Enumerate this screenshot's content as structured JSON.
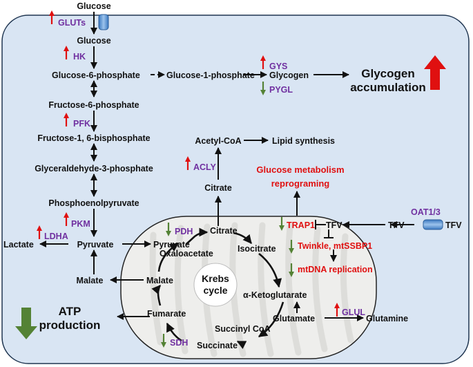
{
  "labels": {
    "glucose_out": "Glucose",
    "gluts": "GLUTs",
    "glucose_in": "Glucose",
    "hk": "HK",
    "g6p": "Glucose-6-phosphate",
    "g1p": "Glucose-1-phosphate",
    "glycogen": "Glycogen",
    "gys": "GYS",
    "pygl": "PYGL",
    "glycogen_acc_1": "Glycogen",
    "glycogen_acc_2": "accumulation",
    "f6p": "Fructose-6-phosphate",
    "pfk": "PFK",
    "f16bp": "Fructose-1, 6-bisphosphate",
    "g3p": "Glyceraldehyde-3-phosphate",
    "pep": "Phosphoenolpyruvate",
    "pkm": "PKM",
    "ldha": "LDHA",
    "lactate": "Lactate",
    "pyruvate": "Pyruvate",
    "malate_cyto": "Malate",
    "acetyl_coa": "Acetyl-CoA",
    "lipid": "Lipid synthesis",
    "acly": "ACLY",
    "citrate_cyto": "Citrate",
    "gmr_1": "Glucose metabolism",
    "gmr_2": "reprograming",
    "oat": "OAT1/3",
    "tfv_out": "TFV",
    "tfv_mid": "TFV",
    "tfv_in": "TFV",
    "trap1": "TRAP1",
    "twinkle": "Twinkle, mtSSBP1",
    "mtdna": "mtDNA replication",
    "pdh": "PDH",
    "pyruvate_mito": "Pyruvate",
    "citrate_mito": "Citrate",
    "oxaloacetate": "Oxaloacetate",
    "isocitrate": "Isocitrate",
    "malate_mito": "Malate",
    "krebs_1": "Krebs",
    "krebs_2": "cycle",
    "akg": "α-Ketoglutarate",
    "fumarate": "Fumarate",
    "succinyl": "Succinyl CoA",
    "glutamate": "Glutamate",
    "glutamine": "Glutamine",
    "glul": "GLUL",
    "sdh": "SDH",
    "succinate": "Succinate",
    "atp_1": "ATP",
    "atp_2": "production"
  },
  "colors": {
    "cell_fill": "#d9e5f3",
    "cell_stroke": "#1f3550",
    "mito_fill": "#eeeeec",
    "enzyme": "#7030a0",
    "highlight": "#e01010",
    "up": "#e01010",
    "down": "#548235"
  }
}
